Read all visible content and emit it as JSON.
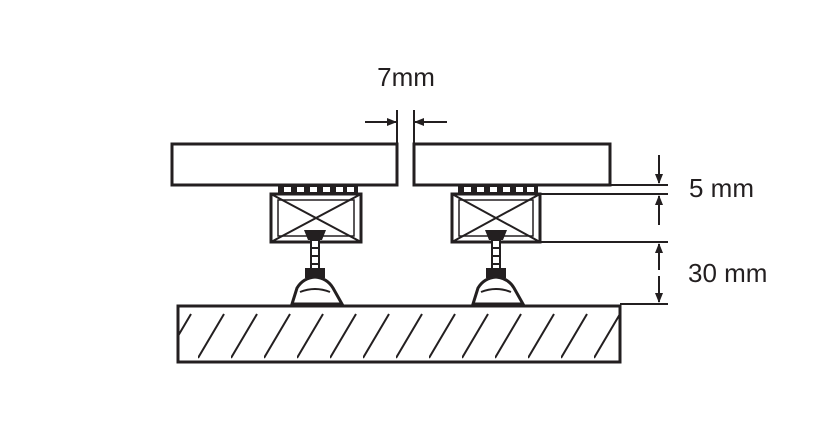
{
  "labels": {
    "joint_gap": "7mm",
    "bearer_gap": "5 mm",
    "pedestal_height": "30 mm"
  },
  "colors": {
    "line": "#231f20",
    "background": "#ffffff"
  }
}
